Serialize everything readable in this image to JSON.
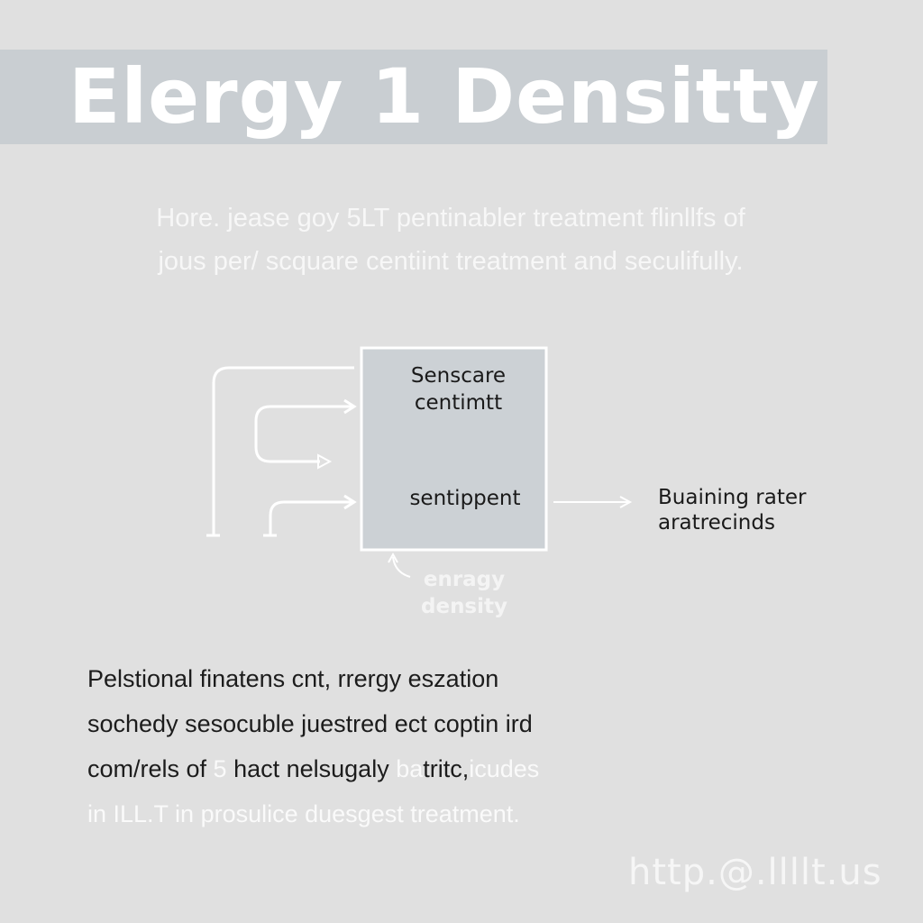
{
  "header": {
    "title": "Elergy 1 Densitty"
  },
  "intro": {
    "lines": [
      "Hore. jease goy 5LT pentinabler  treatment  flinllfs of",
      "jous per/ scquare centiint treatment and seculifully."
    ]
  },
  "diagram": {
    "box": {
      "label_top_1": "Senscare",
      "label_top_2": "centimtt",
      "label_bottom": "sentippent"
    },
    "annotation_1": "enragy",
    "annotation_2": "density",
    "output_1": "Buaining rater",
    "output_2": "aratrecinds",
    "colors": {
      "box_fill": "#ccd1d5",
      "lines": "#ffffff"
    }
  },
  "body": {
    "line1": "Pelstional finatens cnt, rrergy eszation",
    "line2": "sochedy sesocuble juestred ect coptin ird",
    "line3_a": "com/rels of ",
    "line3_b": "5",
    "line3_c": " hact nelsugaly ",
    "line3_d": "ba",
    "line3_e": "tritc,",
    "line3_f": "icudes",
    "line4": "in ILL.T in prosulice duesgest treatment."
  },
  "footer": {
    "url": "http.@.llllt.us"
  }
}
